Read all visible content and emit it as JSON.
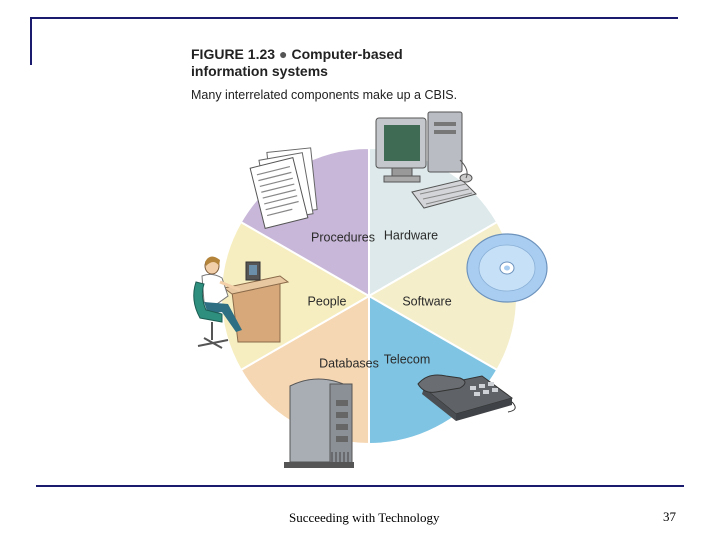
{
  "figure": {
    "number": "FIGURE 1.23",
    "title_line1": "Computer-based",
    "title_line2": "information systems",
    "caption": "Many interrelated components make up a CBIS."
  },
  "segments": [
    {
      "label": "Hardware",
      "color": "#dde9ea"
    },
    {
      "label": "Software",
      "color": "#f4eecb"
    },
    {
      "label": "Telecom",
      "color": "#7fc4e2"
    },
    {
      "label": "Databases",
      "color": "#f5d7b4"
    },
    {
      "label": "People",
      "color": "#f6eec0"
    },
    {
      "label": "Procedures",
      "color": "#c8b7d8"
    }
  ],
  "icons": [
    "computer-icon",
    "cd-icon",
    "telephone-icon",
    "server-icon",
    "person-at-desk-icon",
    "documents-icon"
  ],
  "footer": {
    "text": "Succeeding with Technology",
    "page": "37"
  }
}
